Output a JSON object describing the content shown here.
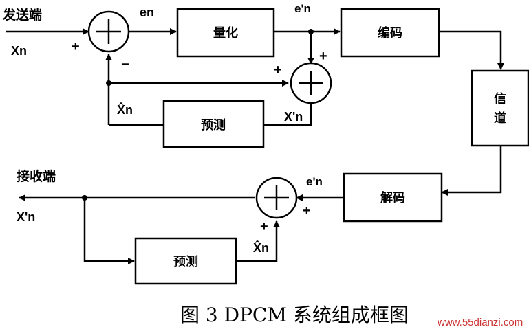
{
  "terminals": {
    "sender": "发送端",
    "receiver": "接收端"
  },
  "blocks": {
    "quantize": "量化",
    "encode": "编码",
    "channel_1": "信",
    "channel_2": "道",
    "decode": "解码",
    "predict_tx": "预测",
    "predict_rx": "预测"
  },
  "signals": {
    "x_in": "Xn",
    "e_n": "en",
    "e_prime_top": "e'n",
    "x_hat_tx": "X̂n",
    "x_prime_tx": "X'n",
    "e_prime_rx": "e'n",
    "x_hat_rx": "X̂n",
    "x_prime_out": "X'n"
  },
  "signs": {
    "sum1_in": "+",
    "sum1_fb": "−",
    "sum2_top": "+",
    "sum2_left": "+",
    "sum3_right": "+",
    "sum3_bottom": "+"
  },
  "caption": "图 3 DPCM 系统组成框图",
  "watermark": "www.55dianzi.com"
}
